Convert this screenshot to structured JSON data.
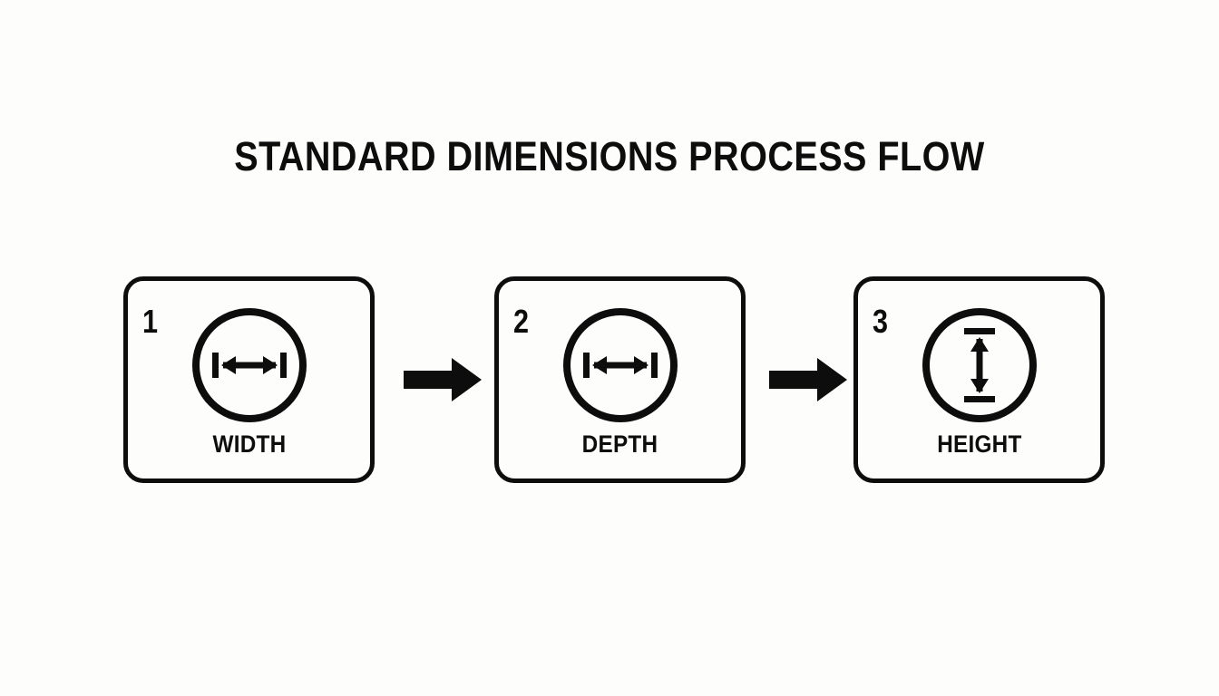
{
  "page": {
    "title": "STANDARD DIMENSIONS PROCESS FLOW",
    "background_color": "#fdfdfc",
    "ink_color": "#0d0d0d"
  },
  "flow": {
    "steps": [
      {
        "number": "1",
        "label": "WIDTH",
        "icon": "horizontal-double-arrow-icon",
        "icon_orientation": "horizontal"
      },
      {
        "number": "2",
        "label": "DEPTH",
        "icon": "horizontal-double-arrow-icon",
        "icon_orientation": "horizontal"
      },
      {
        "number": "3",
        "label": "HEIGHT",
        "icon": "vertical-double-arrow-icon",
        "icon_orientation": "vertical"
      }
    ],
    "connectors": [
      {
        "icon": "arrow-right-icon"
      },
      {
        "icon": "arrow-right-icon"
      }
    ]
  }
}
